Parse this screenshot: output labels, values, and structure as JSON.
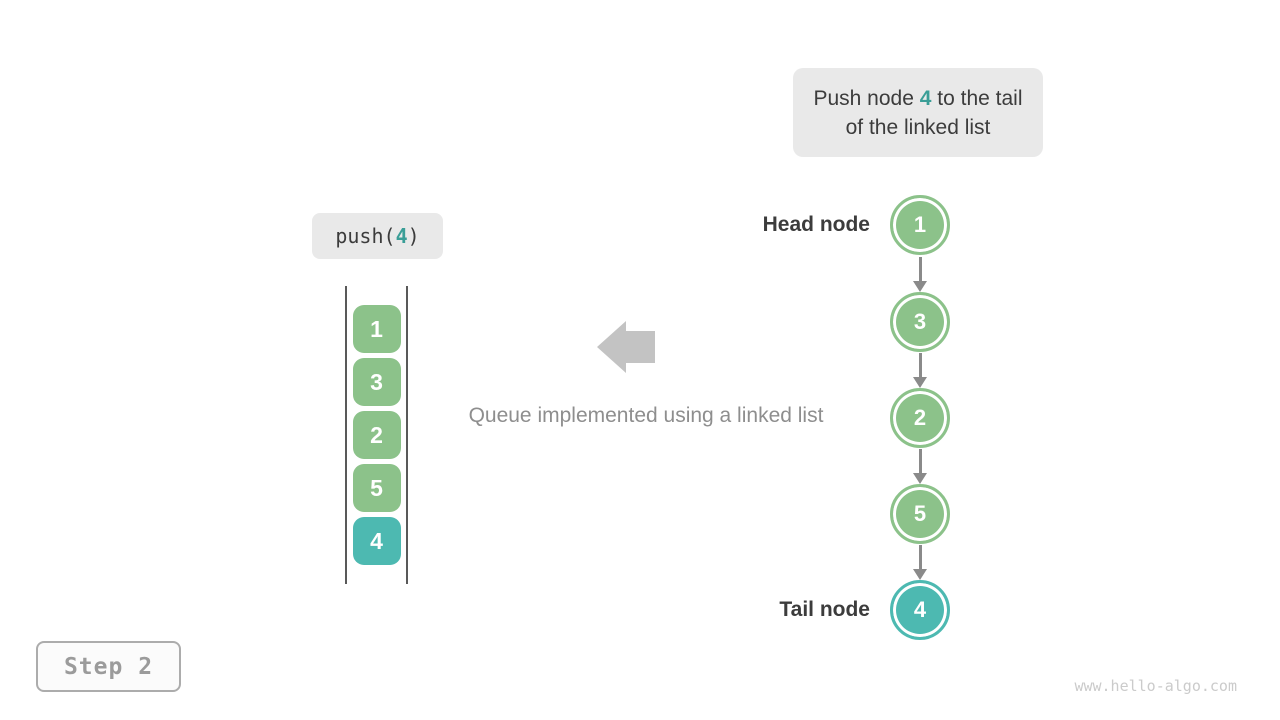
{
  "callout": {
    "prefix": "Push node ",
    "value": "4",
    "suffix": " to the tail of the linked list"
  },
  "push_label": {
    "prefix": "push(",
    "value": "4",
    "suffix": ")"
  },
  "queue": {
    "items": [
      {
        "value": "1",
        "color": "green"
      },
      {
        "value": "3",
        "color": "green"
      },
      {
        "value": "2",
        "color": "green"
      },
      {
        "value": "5",
        "color": "green"
      },
      {
        "value": "4",
        "color": "teal"
      }
    ]
  },
  "caption": "Queue implemented using a linked list",
  "linked_list": {
    "head_label": "Head node",
    "tail_label": "Tail node",
    "nodes": [
      {
        "value": "1",
        "color": "green"
      },
      {
        "value": "3",
        "color": "green"
      },
      {
        "value": "2",
        "color": "green"
      },
      {
        "value": "5",
        "color": "green"
      },
      {
        "value": "4",
        "color": "teal"
      }
    ]
  },
  "step_badge": "Step 2",
  "watermark": "www.hello-algo.com",
  "colors": {
    "green": "#8CC28A",
    "teal": "#4DB9B1",
    "accent": "#3A9E97",
    "bubble_bg": "#E9E9E9",
    "dark": "#3C3C3C",
    "muted": "#8E8E8E",
    "arrow_gray": "#C3C3C3",
    "connector_gray": "#8A8A8A",
    "rail_dark": "#595959",
    "badge_text": "#9B9B9B",
    "badge_border": "#ACACAC",
    "watermark": "#CBCBCB"
  }
}
